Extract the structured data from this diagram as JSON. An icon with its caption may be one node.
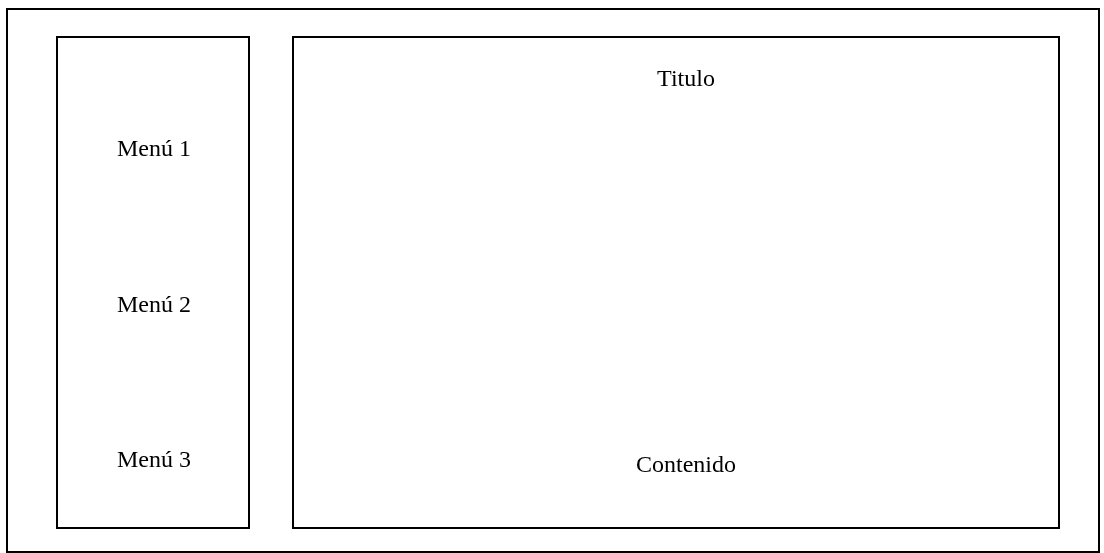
{
  "diagram": {
    "nodes": [
      {
        "text": [],
        "shape": "box"
      },
      {
        "text": [
          "Menú 1",
          "Menú 2",
          "Menú 3"
        ],
        "in": 0
      },
      {
        "text": [
          "Titulo",
          "Contenido"
        ],
        "in": 0
      }
    ]
  }
}
